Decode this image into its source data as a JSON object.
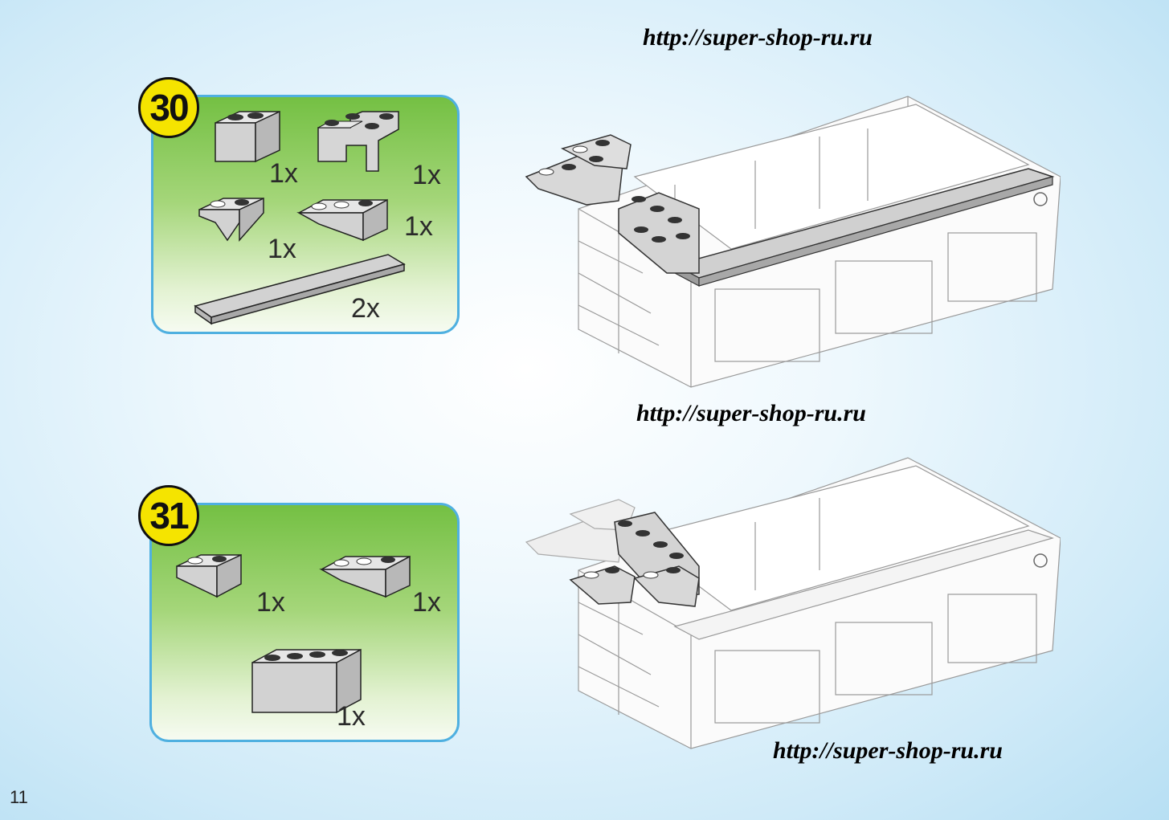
{
  "watermark": {
    "top": "http://super-shop-ru.ru",
    "middle": "http://super-shop-ru.ru",
    "bottom": "http://super-shop-ru.ru"
  },
  "steps": [
    {
      "number": "30",
      "parts": [
        {
          "icon": "brick-1x2-icon",
          "qty": "1x"
        },
        {
          "icon": "corner-brick-icon",
          "qty": "1x"
        },
        {
          "icon": "inverted-slope-1x2-icon",
          "qty": "1x"
        },
        {
          "icon": "inverted-slope-1x3-icon",
          "qty": "1x"
        },
        {
          "icon": "tile-1x8-icon",
          "qty": "2x"
        }
      ]
    },
    {
      "number": "31",
      "parts": [
        {
          "icon": "inverted-slope-1x2-icon",
          "qty": "1x"
        },
        {
          "icon": "inverted-slope-1x3-icon",
          "qty": "1x"
        },
        {
          "icon": "brick-1x4-icon",
          "qty": "1x"
        }
      ]
    }
  ],
  "page_number": "11",
  "colors": {
    "panel_border": "#4fb0e0",
    "badge": "#f5e400",
    "panel_green": "#74c043"
  }
}
